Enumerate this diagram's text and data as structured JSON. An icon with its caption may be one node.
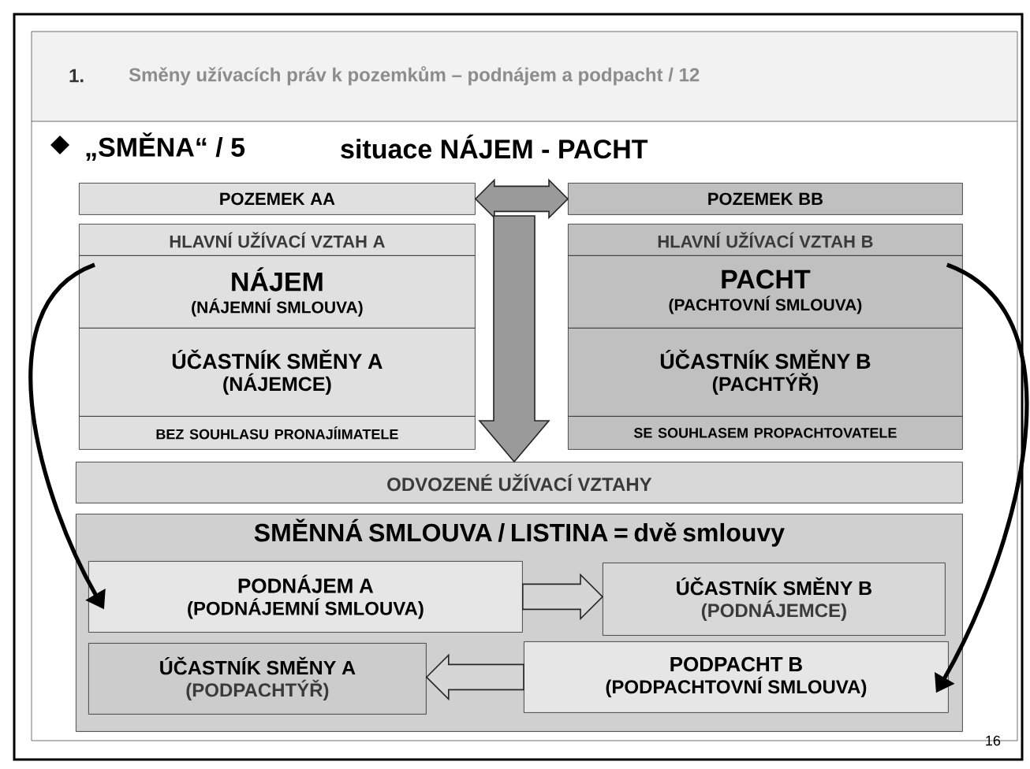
{
  "diagram": {
    "title": "„SMĚNA“ / 5",
    "nodes": [
      {
        "text": [
          "POZEMEK AA"
        ]
      },
      {
        "text": [
          "POZEMEK BB"
        ]
      },
      {
        "text": [
          "HLAVNÍ UŽÍVACÍ VZTAH  A"
        ]
      },
      {
        "text": [
          "NÁJEM",
          "(NÁJEMNÍ SMLOUVA)"
        ]
      },
      {
        "text": [
          "ÚČASTNÍK SMĚNY A",
          "(NÁJEMCE)"
        ]
      },
      {
        "text": [
          "BEZ SOUHLASU PRONAJÍIMATELE"
        ]
      },
      {
        "text": [
          "HLAVNÍ UŽÍVACÍ VZTAH  B"
        ]
      },
      {
        "text": [
          "PACHT",
          "(PACHTOVNÍ SMLOUVA)"
        ]
      },
      {
        "text": [
          "ÚČASTNÍK SMĚNY B",
          "(PACHTÝŘ)"
        ]
      },
      {
        "text": [
          "SE SOUHLASEM PROPACHTOVATELE"
        ]
      },
      {
        "text": [
          "ODVOZENÉ UŽÍVACÍ VZTAHY"
        ]
      },
      {
        "text": [
          "SMĚNNÁ SMLOUVA / LISTINA = dvě smlouvy"
        ]
      },
      {
        "text": [
          "PODNÁJEM  A",
          "(PODNÁJEMNÍ SMLOUVA)"
        ],
        "in": 11
      },
      {
        "text": [
          "ÚČASTNÍK SMĚNY B",
          "(PODNÁJEMCE)"
        ],
        "in": 11
      },
      {
        "text": [
          "ÚČASTNÍK SMĚNY A",
          "(PODPACHTÝŘ)"
        ],
        "in": 11
      },
      {
        "text": [
          "PODPACHT  B",
          "(PODPACHTOVNÍ SMLOUVA)"
        ],
        "in": 11
      }
    ],
    "edges": [
      {
        "from": 0,
        "to": 1,
        "arrow": "both"
      },
      {
        "from": null,
        "to": 10,
        "arrow": "to"
      },
      {
        "from": 3,
        "to": 12,
        "arrow": "to"
      },
      {
        "from": 7,
        "to": 15,
        "arrow": "to"
      },
      {
        "from": 12,
        "to": 13,
        "arrow": "to"
      },
      {
        "from": 15,
        "to": 14,
        "arrow": "to"
      }
    ],
    "labels": [
      "1.",
      "Směny užívacích práv k pozemkům – podnájem a podpacht / 12",
      "situace NÁJEM - PACHT",
      "16"
    ]
  }
}
